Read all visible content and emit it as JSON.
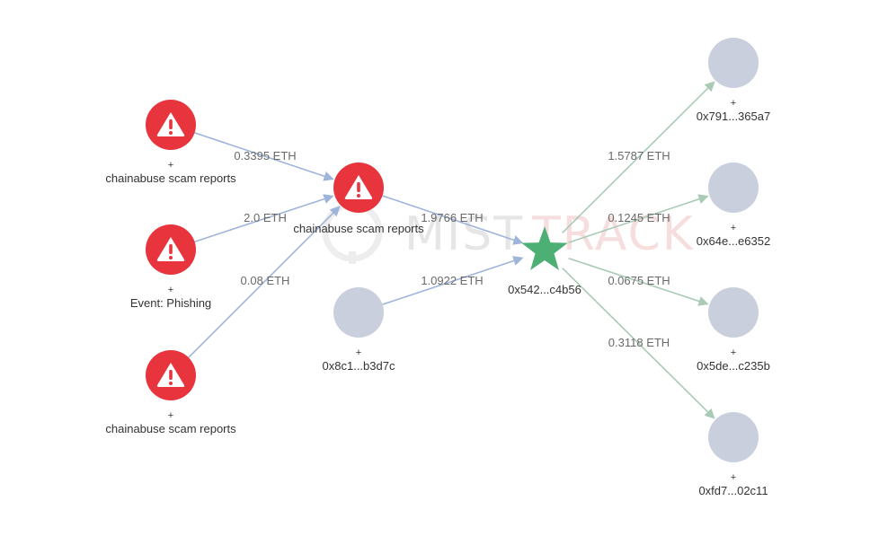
{
  "watermark": {
    "text_left": "MIST",
    "text_right": "TRACK",
    "color_left": "#dcdcdc",
    "color_right": "#f6d6d6"
  },
  "colors": {
    "risk": "#e8343d",
    "neutral": "#c9cfdd",
    "target": "#4caf73",
    "edge_in": "#9fb4d9",
    "edge_out": "#a9cbb6"
  },
  "graph": {
    "nodes": [
      {
        "id": "n1",
        "kind": "risk",
        "icon": "warning-icon",
        "plus": "+",
        "label": "chainabuse scam reports"
      },
      {
        "id": "n2",
        "kind": "risk",
        "icon": "warning-icon",
        "plus": "+",
        "label": "Event: Phishing"
      },
      {
        "id": "n3",
        "kind": "risk",
        "icon": "warning-icon",
        "plus": "+",
        "label": "chainabuse scam reports"
      },
      {
        "id": "hub",
        "kind": "risk",
        "icon": "warning-icon",
        "plus": "",
        "label": "chainabuse scam reports"
      },
      {
        "id": "src",
        "kind": "neutral",
        "icon": "",
        "plus": "+",
        "label": "0x8c1...b3d7c"
      },
      {
        "id": "target",
        "kind": "target",
        "icon": "star-icon",
        "plus": "",
        "label": "0x542...c4b56"
      },
      {
        "id": "o1",
        "kind": "neutral",
        "icon": "",
        "plus": "+",
        "label": "0x791...365a7"
      },
      {
        "id": "o2",
        "kind": "neutral",
        "icon": "",
        "plus": "+",
        "label": "0x64e...e6352"
      },
      {
        "id": "o3",
        "kind": "neutral",
        "icon": "",
        "plus": "+",
        "label": "0x5de...c235b"
      },
      {
        "id": "o4",
        "kind": "neutral",
        "icon": "",
        "plus": "+",
        "label": "0xfd7...02c11"
      }
    ],
    "edges": [
      {
        "from": "n1",
        "to": "hub",
        "label": "0.3395 ETH",
        "dir": "in"
      },
      {
        "from": "n2",
        "to": "hub",
        "label": "2.0 ETH",
        "dir": "in"
      },
      {
        "from": "n3",
        "to": "hub",
        "label": "0.08 ETH",
        "dir": "in"
      },
      {
        "from": "hub",
        "to": "target",
        "label": "1.9766 ETH",
        "dir": "in"
      },
      {
        "from": "src",
        "to": "target",
        "label": "1.0922 ETH",
        "dir": "in"
      },
      {
        "from": "target",
        "to": "o1",
        "label": "1.5787 ETH",
        "dir": "out"
      },
      {
        "from": "target",
        "to": "o2",
        "label": "0.1245 ETH",
        "dir": "out"
      },
      {
        "from": "target",
        "to": "o3",
        "label": "0.0675 ETH",
        "dir": "out"
      },
      {
        "from": "target",
        "to": "o4",
        "label": "0.3118 ETH",
        "dir": "out"
      }
    ]
  }
}
